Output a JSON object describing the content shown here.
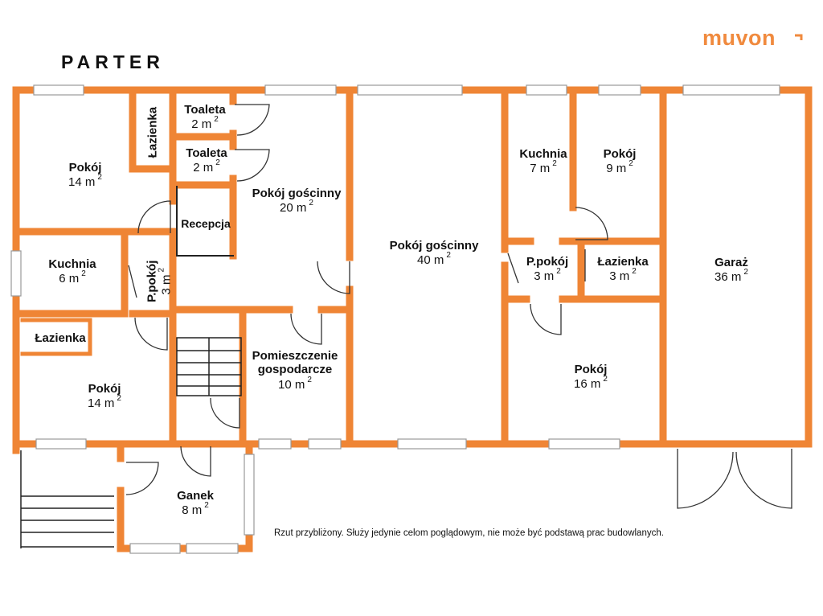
{
  "title": "PARTER",
  "brand": {
    "name_prefix": "muv",
    "name_accent": "o",
    "name_suffix": "n",
    "color_main": "#f08a3e",
    "color_accent": "#7a7a7a",
    "wall_color": "#ef8535"
  },
  "note": "Rzut przybliżony. Służy jedynie celom poglądowym, nie może być podstawą prac budowlanych.",
  "rooms": {
    "lazienka_top": {
      "name": "Łazienka",
      "area": ""
    },
    "toaleta1": {
      "name": "Toaleta",
      "area": "2 m",
      "unit_exp": "2"
    },
    "toaleta2": {
      "name": "Toaleta",
      "area": "2 m",
      "unit_exp": "2"
    },
    "pokoj_nw": {
      "name": "Pokój",
      "area": "14 m",
      "unit_exp": "2"
    },
    "recepcja": {
      "name": "Recepcja",
      "area": ""
    },
    "pokoj_goscinny_20": {
      "name": "Pokój gościnny",
      "area": "20 m",
      "unit_exp": "2"
    },
    "kuchnia_w": {
      "name": "Kuchnia",
      "area": "6 m",
      "unit_exp": "2"
    },
    "ppokoj_w": {
      "name": "P.pokój",
      "area": "3 m",
      "unit_exp": "2"
    },
    "lazienka_w": {
      "name": "Łazienka",
      "area": ""
    },
    "pokoj_sw": {
      "name": "Pokój",
      "area": "14 m",
      "unit_exp": "2"
    },
    "pom_gosp": {
      "name": "Pomieszczenie gospodarcze",
      "name_line1": "Pomieszczenie",
      "name_line2": "gospodarcze",
      "area": "10 m",
      "unit_exp": "2"
    },
    "pokoj_goscinny_40": {
      "name": "Pokój gościnny",
      "area": "40 m",
      "unit_exp": "2"
    },
    "kuchnia_e": {
      "name": "Kuchnia",
      "area": "7 m",
      "unit_exp": "2"
    },
    "pokoj_9": {
      "name": "Pokój",
      "area": "9 m",
      "unit_exp": "2"
    },
    "ppokoj_e": {
      "name": "P.pokój",
      "area": "3 m",
      "unit_exp": "2"
    },
    "lazienka_e": {
      "name": "Łazienka",
      "area": "3 m",
      "unit_exp": "2"
    },
    "pokoj_16": {
      "name": "Pokój",
      "area": "16 m",
      "unit_exp": "2"
    },
    "garaz": {
      "name": "Garaż",
      "area": "36 m",
      "unit_exp": "2"
    },
    "ganek": {
      "name": "Ganek",
      "area": "8 m",
      "unit_exp": "2"
    }
  }
}
